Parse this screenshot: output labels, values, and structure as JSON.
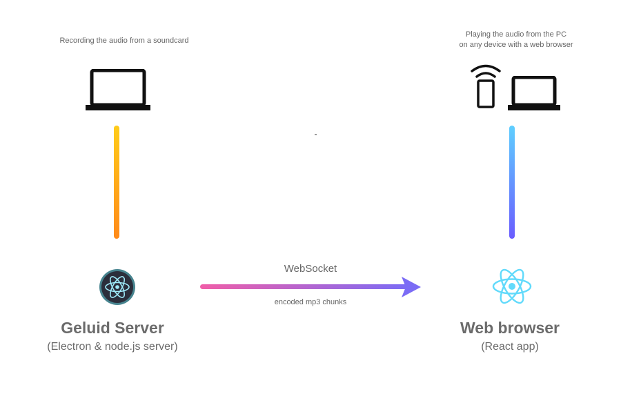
{
  "left": {
    "caption": "Recording the audio from a soundcard",
    "title": "Geluid Server",
    "subtitle": "(Electron & node.js server)",
    "device_icon": "laptop-icon",
    "logo_icon": "electron-logo-icon",
    "bar_colors": [
      "#ffcc1a",
      "#ff8a1a"
    ]
  },
  "right": {
    "caption_line1": "Playing the audio from the PC",
    "caption_line2": "on any device with a web browser",
    "title": "Web browser",
    "subtitle": "(React app)",
    "device_icons": [
      "speaker-phone-icon",
      "laptop-icon"
    ],
    "logo_icon": "react-logo-icon",
    "bar_colors": [
      "#5fcfff",
      "#6a5cff"
    ]
  },
  "connection": {
    "label": "WebSocket",
    "sublabel": "encoded mp3 chunks",
    "arrow_colors": [
      "#f05ea8",
      "#7b6cf5"
    ]
  }
}
